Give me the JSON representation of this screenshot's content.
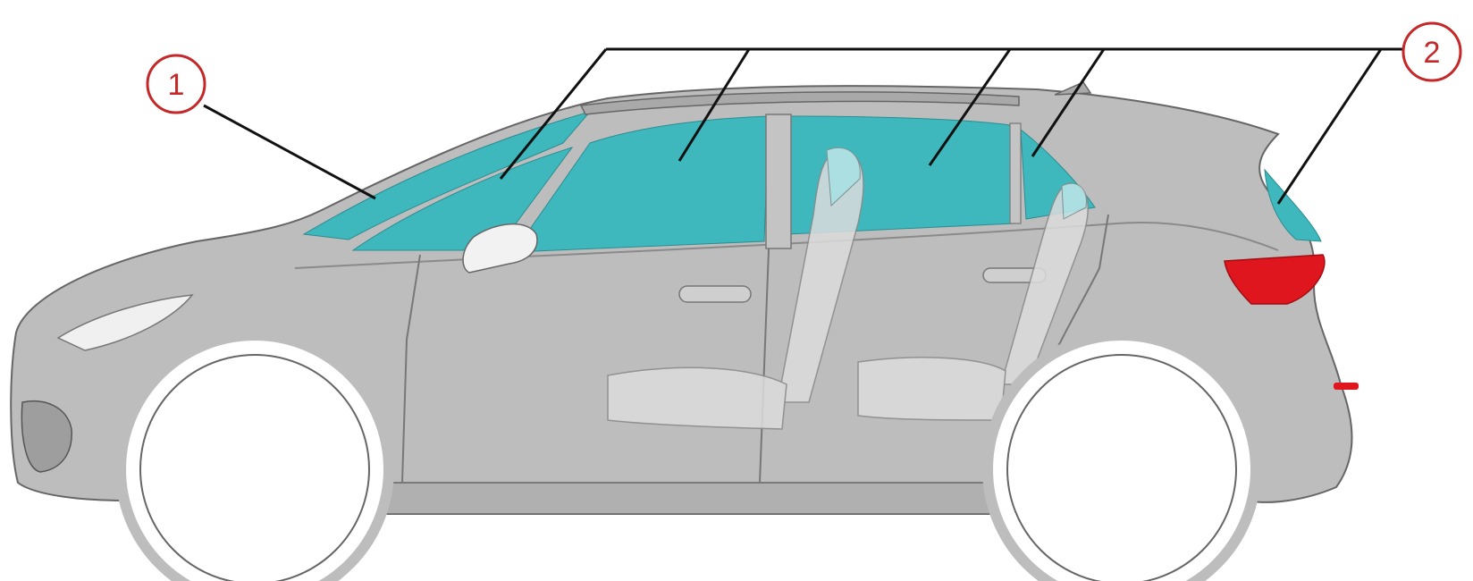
{
  "diagram": {
    "callouts": [
      {
        "id": "1",
        "label": "1"
      },
      {
        "id": "2",
        "label": "2"
      }
    ]
  },
  "colors": {
    "body": "#bdbdbd",
    "body_outline": "#666666",
    "glass": "#3fb8bd",
    "glass_light": "#8fd6d9",
    "seat": "#dcdcdc",
    "wheel": "#ffffff",
    "tail_light": "#e0161e",
    "callout_ring": "#c42828",
    "leader_line": "#111111"
  }
}
